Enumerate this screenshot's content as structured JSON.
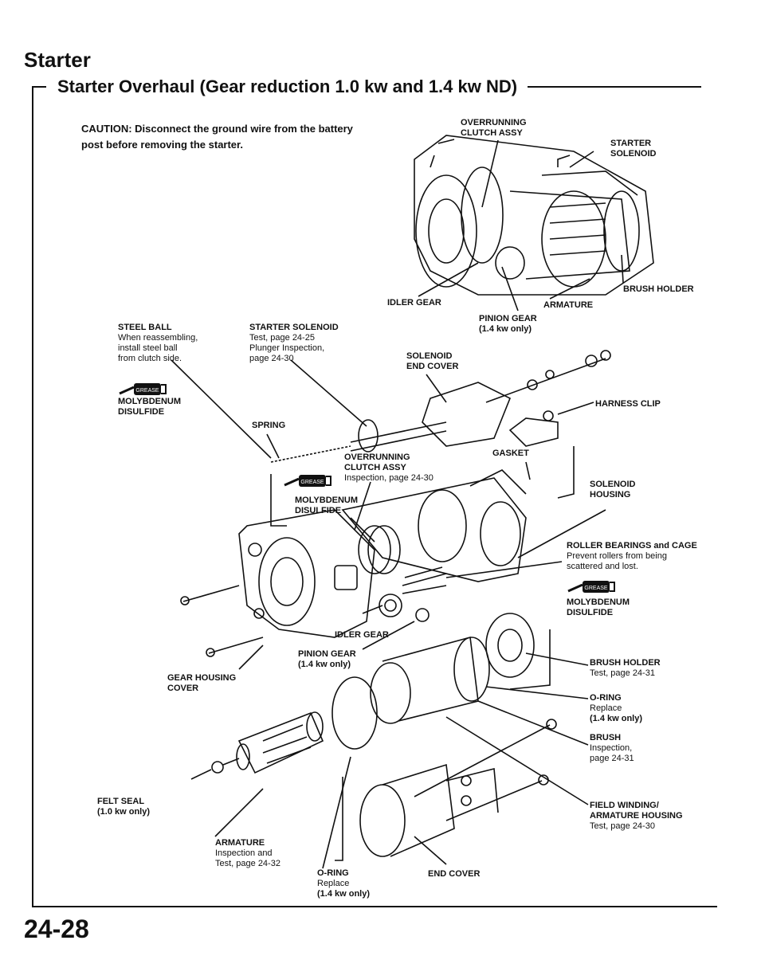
{
  "header": {
    "section": "Starter",
    "title": "Starter Overhaul (Gear reduction 1.0 kw and 1.4 kw ND)"
  },
  "caution": "CAUTION: Disconnect the ground wire from the battery post before removing the starter.",
  "page_number": "24-28",
  "grease_badge": "GREASE",
  "labels": {
    "overrunning_top": [
      "OVERRUNNING",
      "CLUTCH ASSY"
    ],
    "starter_solenoid_top": [
      "STARTER",
      "SOLENOID"
    ],
    "brush_holder_top": "BRUSH HOLDER",
    "idler_gear_top": "IDLER GEAR",
    "armature_top": "ARMATURE",
    "pinion_gear_top": [
      "PINION GEAR",
      "(1.4 kw only)"
    ],
    "steel_ball": {
      "title": "STEEL BALL",
      "lines": [
        "When reassembling,",
        "install steel ball",
        "from clutch side."
      ]
    },
    "starter_solenoid": {
      "title": "STARTER SOLENOID",
      "lines": [
        "Test, page 24-25",
        "Plunger Inspection,",
        "page 24-30"
      ]
    },
    "solenoid_end_cover": [
      "SOLENOID",
      "END COVER"
    ],
    "molybdenum_1": [
      "MOLYBDENUM",
      "DISULFIDE"
    ],
    "harness_clip": "HARNESS CLIP",
    "spring": "SPRING",
    "overrunning_mid": {
      "title": [
        "OVERRUNNING",
        "CLUTCH ASSY"
      ],
      "lines": [
        "Inspection, page 24-30"
      ]
    },
    "gasket": "GASKET",
    "molybdenum_2": [
      "MOLYBDENUM",
      "DISULFIDE"
    ],
    "solenoid_housing": [
      "SOLENOID",
      "HOUSING"
    ],
    "roller_bearings": {
      "title": "ROLLER BEARINGS and CAGE",
      "lines": [
        "Prevent rollers from being",
        "scattered and lost."
      ]
    },
    "molybdenum_3": [
      "MOLYBDENUM",
      "DISULFIDE"
    ],
    "idler_gear_mid": "IDLER GEAR",
    "pinion_gear_mid": [
      "PINION GEAR",
      "(1.4 kw only)"
    ],
    "gear_housing_cover": [
      "GEAR HOUSING",
      "COVER"
    ],
    "brush_holder_mid": {
      "title": "BRUSH HOLDER",
      "lines": [
        "Test, page 24-31"
      ]
    },
    "o_ring_right": {
      "title": "O-RING",
      "lines": [
        "Replace"
      ],
      "note": "(1.4 kw only)"
    },
    "brush": {
      "title": "BRUSH",
      "lines": [
        "Inspection,",
        "page 24-31"
      ]
    },
    "felt_seal": [
      "FELT SEAL",
      "(1.0 kw only)"
    ],
    "field_winding": {
      "title": [
        "FIELD WINDING/",
        "ARMATURE HOUSING"
      ],
      "lines": [
        "Test, page 24-30"
      ]
    },
    "armature_bottom": {
      "title": "ARMATURE",
      "lines": [
        "Inspection and",
        "Test, page 24-32"
      ]
    },
    "o_ring_bottom": {
      "title": "O-RING",
      "lines": [
        "Replace"
      ],
      "note": "(1.4 kw only)"
    },
    "end_cover": "END COVER"
  }
}
